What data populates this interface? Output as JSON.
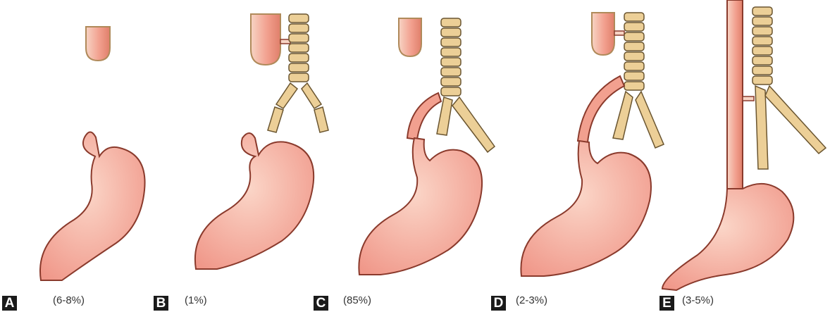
{
  "panels": [
    {
      "letter": "A",
      "percent": "(6-8%)"
    },
    {
      "letter": "B",
      "percent": "(1%)"
    },
    {
      "letter": "C",
      "percent": "(85%)"
    },
    {
      "letter": "D",
      "percent": "(2-3%)"
    },
    {
      "letter": "E",
      "percent": "(3-5%)"
    }
  ],
  "colors": {
    "tissue": "#f2a08f",
    "tissue_light": "#f7c0b0",
    "outline": "#8a3a2c",
    "cartilage": "#eccf97",
    "cartilage_outline": "#6a5530",
    "letter_box": "#1a1a1a"
  },
  "icons": [
    "esophagus-pouch-icon",
    "trachea-icon",
    "stomach-icon",
    "fistula-icon"
  ]
}
